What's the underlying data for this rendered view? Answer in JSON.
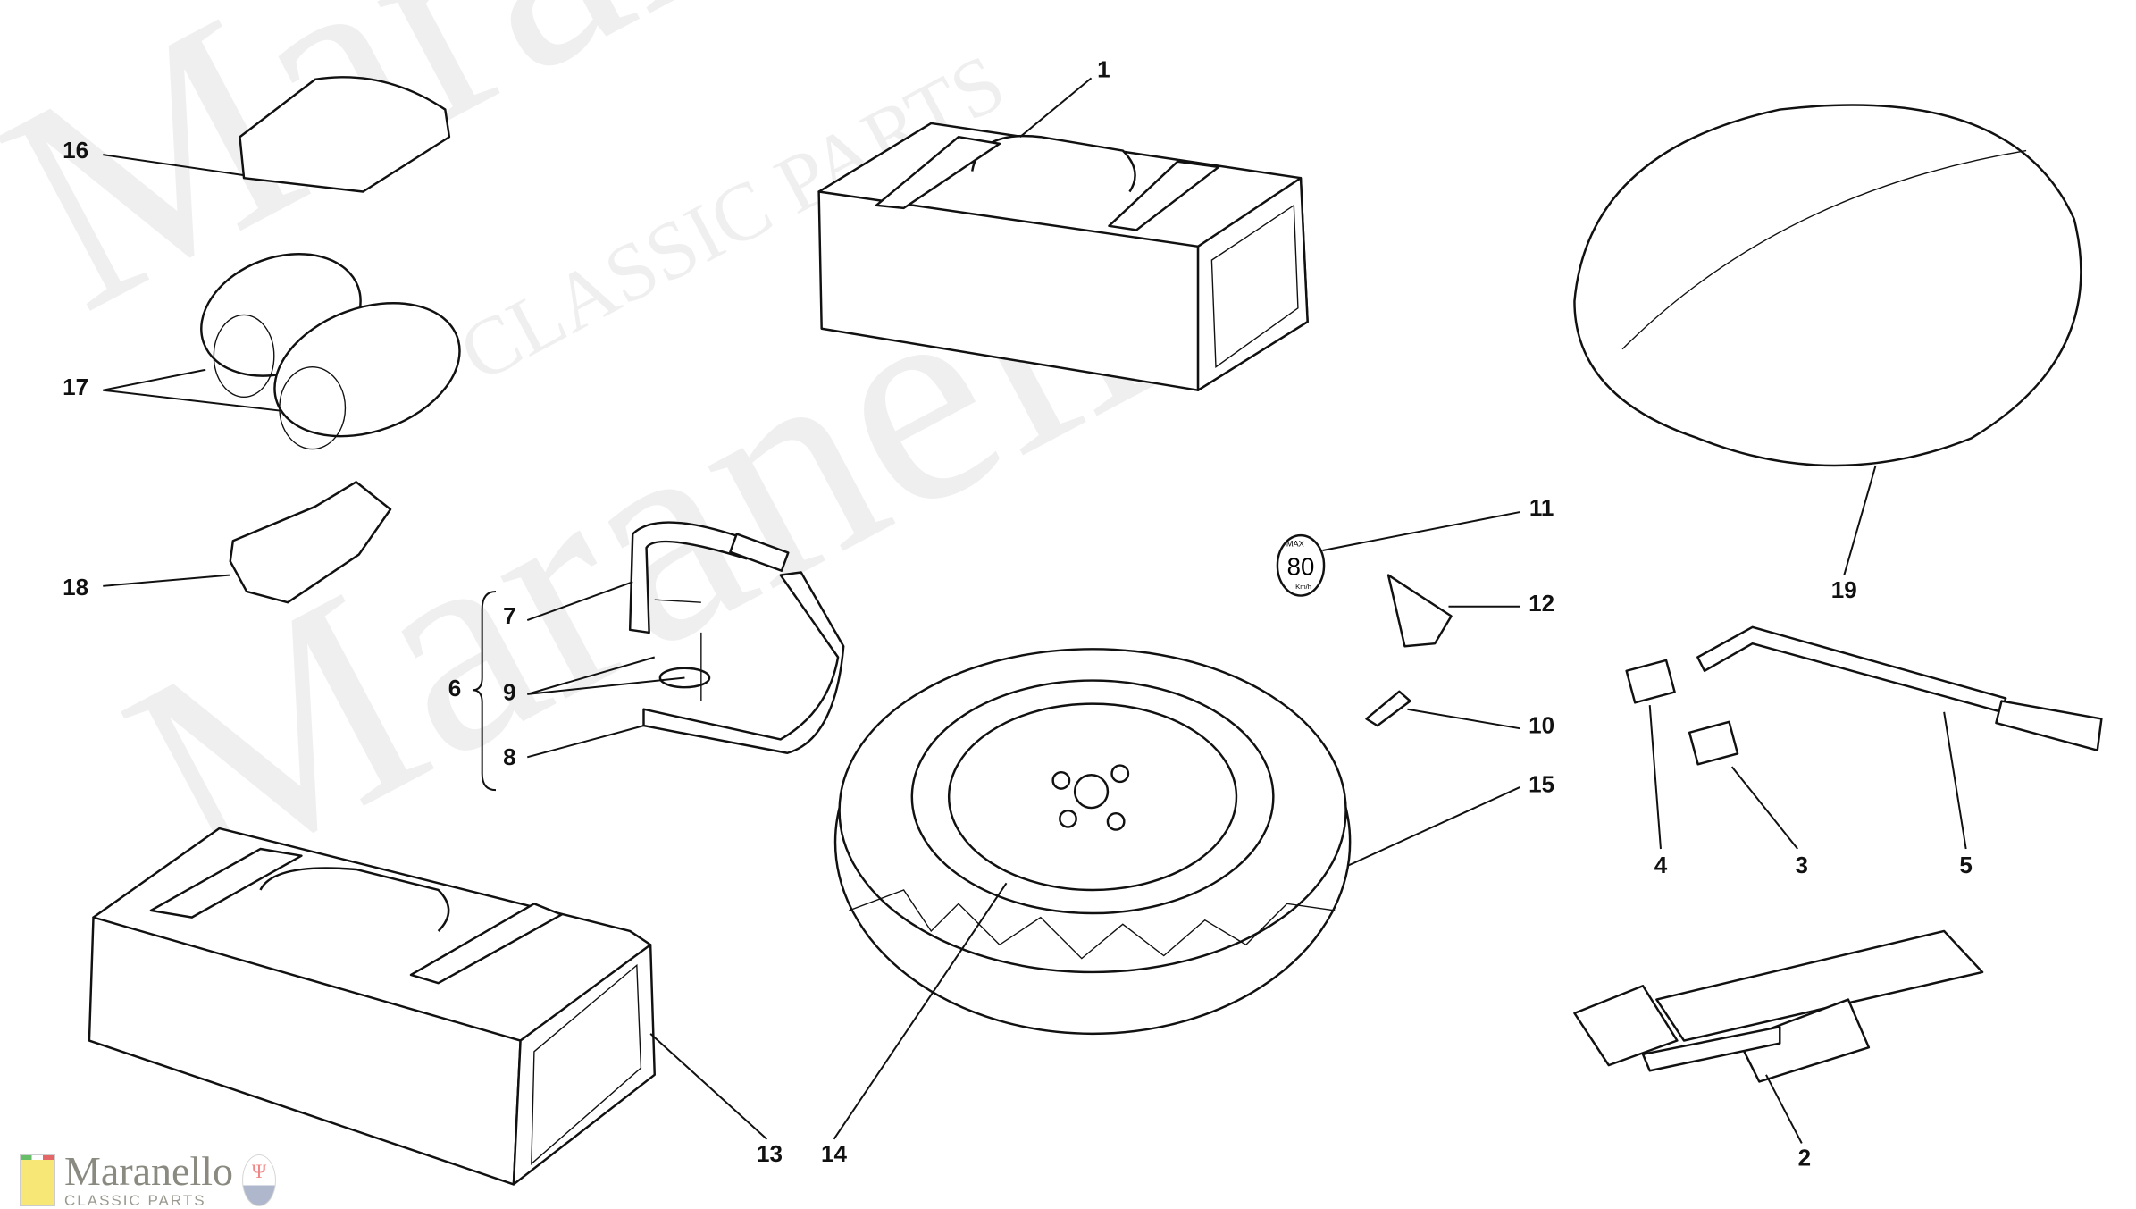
{
  "diagram": {
    "callouts": [
      "1",
      "2",
      "3",
      "4",
      "5",
      "6",
      "7",
      "8",
      "9",
      "10",
      "11",
      "12",
      "13",
      "14",
      "15",
      "16",
      "17",
      "18",
      "19"
    ],
    "decal_speed": {
      "top": "MAX",
      "value": "80",
      "unit": "Km/h"
    }
  },
  "watermark": {
    "brand": "Maranello",
    "sub": "CLASSIC PARTS",
    "maker": "MASERATI"
  }
}
